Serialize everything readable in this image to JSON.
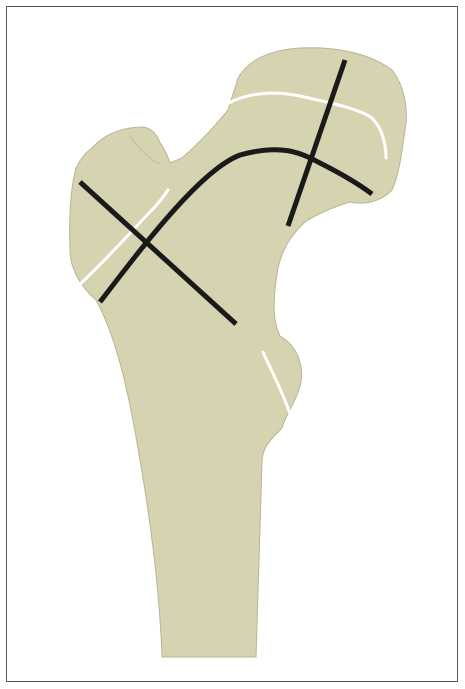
{
  "figure": {
    "subject": "proximal femur",
    "colors": {
      "bone_fill": "#d6d3b1",
      "bone_outline": "#b9b595",
      "fracture_gap": "#ffffff",
      "trabecular_lines": "#1a1a1a",
      "frame": "#555555"
    },
    "regions": [
      "femoral-head",
      "femoral-neck",
      "greater-trochanter",
      "lesser-trochanter",
      "femoral-shaft"
    ],
    "overlay_lines": [
      "principal-compressive-line",
      "principal-tensile-arc",
      "secondary-line-greater-trochanter"
    ],
    "growth_plates": [
      "capital-physis",
      "greater-trochanter-physis",
      "lesser-trochanter-physis"
    ]
  }
}
